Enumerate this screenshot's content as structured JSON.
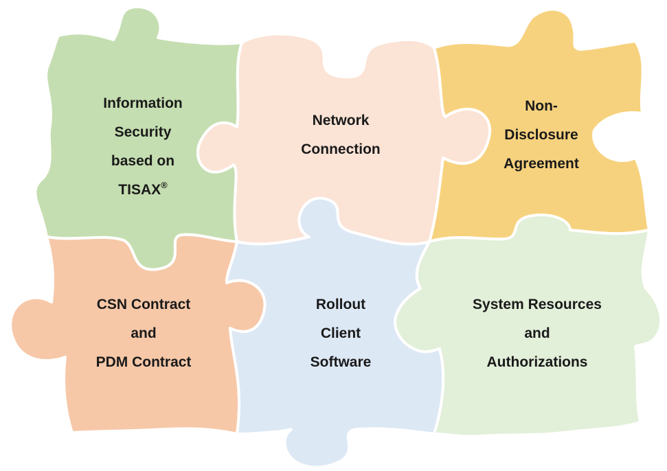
{
  "pieces": [
    {
      "id": "info-security",
      "lines": [
        "Information",
        "Security",
        "based on",
        "TISAX"
      ],
      "suffix": "®",
      "color": "#c5deb1"
    },
    {
      "id": "network-connection",
      "lines": [
        "Network",
        "Connection"
      ],
      "color": "#fbe3d6"
    },
    {
      "id": "nda",
      "lines": [
        "Non-",
        "Disclosure",
        "Agreement"
      ],
      "color": "#f7d27e"
    },
    {
      "id": "csn-pdm",
      "lines": [
        "CSN Contract",
        "and",
        "PDM Contract"
      ],
      "color": "#f6c8a8"
    },
    {
      "id": "rollout",
      "lines": [
        "Rollout",
        "Client",
        "Software"
      ],
      "color": "#dde8f5"
    },
    {
      "id": "system-resources",
      "lines": [
        "System Resources",
        "and",
        "Authorizations"
      ],
      "color": "#e2efd9"
    }
  ]
}
